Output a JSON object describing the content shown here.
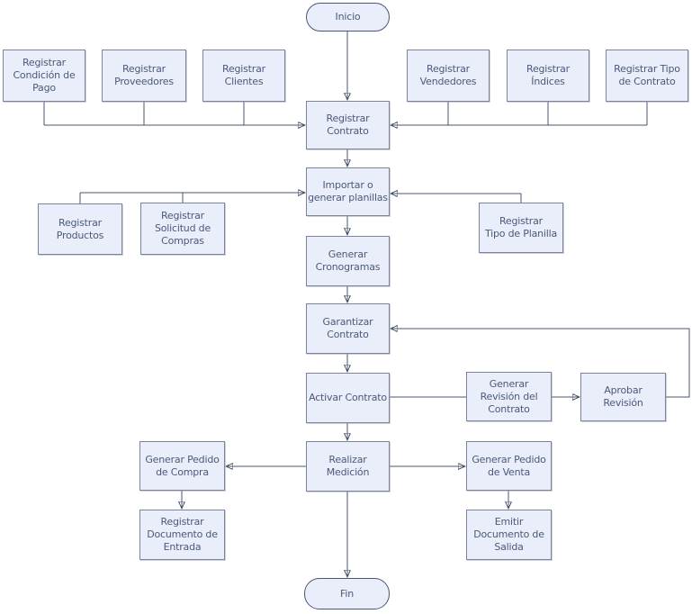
{
  "diagram": {
    "type": "flowchart",
    "language": "es",
    "colors": {
      "background": "#ffffff",
      "node_fill": "#e9eefa",
      "node_border": "#7b8498",
      "terminator_border": "#4b5678",
      "text": "#4c597a",
      "line": "#49546e",
      "arrowhead": "#333f5e"
    },
    "nodes": {
      "inicio": {
        "label": "Inicio",
        "shape": "terminator"
      },
      "registrar_condicion_pago": {
        "label": "Registrar\nCondición de\nPago",
        "shape": "process"
      },
      "registrar_proveedores": {
        "label": "Registrar\nProveedores",
        "shape": "process"
      },
      "registrar_clientes": {
        "label": "Registrar\nClientes",
        "shape": "process"
      },
      "registrar_vendedores": {
        "label": "Registrar\nVendedores",
        "shape": "process"
      },
      "registrar_indices": {
        "label": "Registrar\nÍndices",
        "shape": "process"
      },
      "registrar_tipo_contrato": {
        "label": "Registrar Tipo\nde Contrato",
        "shape": "process"
      },
      "registrar_contrato": {
        "label": "Registrar\nContrato",
        "shape": "process"
      },
      "importar_planillas": {
        "label": "Importar o\ngenerar planillas",
        "shape": "process"
      },
      "registrar_productos": {
        "label": "Registrar\nProductos",
        "shape": "process"
      },
      "registrar_solicitud_compras": {
        "label": "Registrar\nSolicitud de\nCompras",
        "shape": "process"
      },
      "registrar_tipo_planilla": {
        "label": "Registrar\nTipo de Planilla",
        "shape": "process"
      },
      "generar_cronogramas": {
        "label": "Generar\nCronogramas",
        "shape": "process"
      },
      "garantizar_contrato": {
        "label": "Garantizar\nContrato",
        "shape": "process"
      },
      "activar_contrato": {
        "label": "Activar Contrato",
        "shape": "process"
      },
      "generar_revision_contrato": {
        "label": "Generar\nRevisión del\nContrato",
        "shape": "process"
      },
      "aprobar_revision": {
        "label": "Aprobar\nRevisión",
        "shape": "process"
      },
      "realizar_medicion": {
        "label": "Realizar\nMedición",
        "shape": "process"
      },
      "generar_pedido_compra": {
        "label": "Generar Pedido\nde Compra",
        "shape": "process"
      },
      "generar_pedido_venta": {
        "label": "Generar Pedido\nde Venta",
        "shape": "process"
      },
      "registrar_doc_entrada": {
        "label": "Registrar\nDocumento de\nEntrada",
        "shape": "process"
      },
      "emitir_doc_salida": {
        "label": "Emitir\nDocumento de\nSalida",
        "shape": "process"
      },
      "fin": {
        "label": "Fin",
        "shape": "terminator"
      }
    },
    "edges": [
      {
        "from": "inicio",
        "to": "registrar_contrato"
      },
      {
        "from": "registrar_condicion_pago",
        "to": "registrar_contrato"
      },
      {
        "from": "registrar_proveedores",
        "to": "registrar_contrato"
      },
      {
        "from": "registrar_clientes",
        "to": "registrar_contrato"
      },
      {
        "from": "registrar_vendedores",
        "to": "registrar_contrato"
      },
      {
        "from": "registrar_indices",
        "to": "registrar_contrato"
      },
      {
        "from": "registrar_tipo_contrato",
        "to": "registrar_contrato"
      },
      {
        "from": "registrar_contrato",
        "to": "importar_planillas"
      },
      {
        "from": "registrar_productos",
        "to": "importar_planillas"
      },
      {
        "from": "registrar_solicitud_compras",
        "to": "importar_planillas"
      },
      {
        "from": "registrar_tipo_planilla",
        "to": "importar_planillas"
      },
      {
        "from": "importar_planillas",
        "to": "generar_cronogramas"
      },
      {
        "from": "generar_cronogramas",
        "to": "garantizar_contrato"
      },
      {
        "from": "garantizar_contrato",
        "to": "activar_contrato"
      },
      {
        "from": "activar_contrato",
        "to": "generar_revision_contrato"
      },
      {
        "from": "generar_revision_contrato",
        "to": "aprobar_revision"
      },
      {
        "from": "aprobar_revision",
        "to": "garantizar_contrato"
      },
      {
        "from": "activar_contrato",
        "to": "realizar_medicion"
      },
      {
        "from": "realizar_medicion",
        "to": "generar_pedido_compra"
      },
      {
        "from": "realizar_medicion",
        "to": "generar_pedido_venta"
      },
      {
        "from": "generar_pedido_compra",
        "to": "registrar_doc_entrada"
      },
      {
        "from": "generar_pedido_venta",
        "to": "emitir_doc_salida"
      },
      {
        "from": "realizar_medicion",
        "to": "fin"
      }
    ]
  }
}
